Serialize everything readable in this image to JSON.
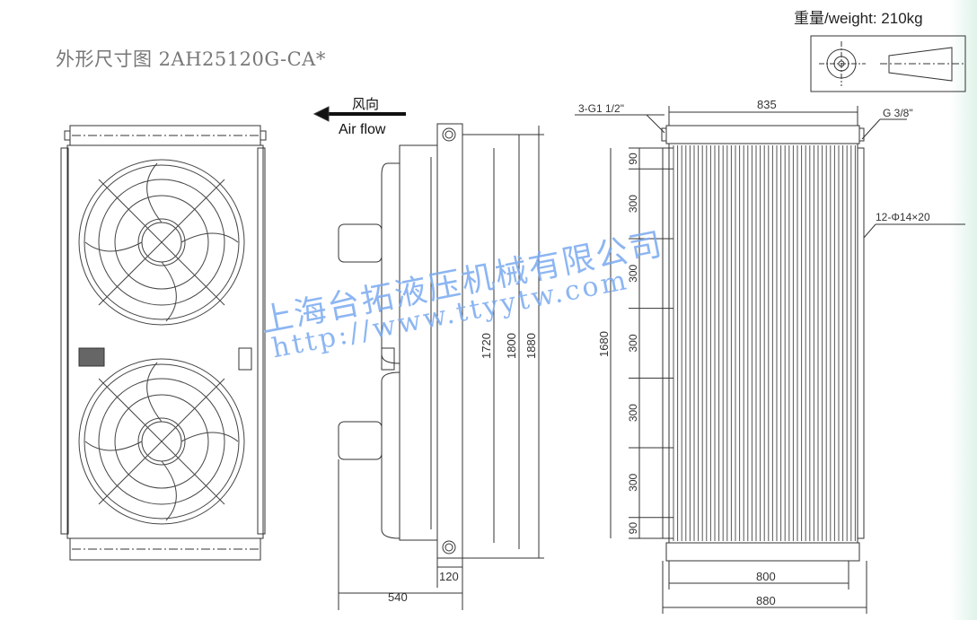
{
  "title": "外形尺寸图 2AH25120G-CA*",
  "weight": "重量/weight: 210kg",
  "airflow": {
    "label_cn": "风向",
    "label_en": "Air flow"
  },
  "side_view": {
    "dims": {
      "h1": "1720",
      "h2": "1800",
      "h3": "1880",
      "depth_coil": "120",
      "depth_total": "540"
    }
  },
  "right_view": {
    "inlet_label": "3-G1 1/2\"",
    "vent_label": "G 3/8\"",
    "holes_label": "12-Φ14×20",
    "top_width": "835",
    "inner_width": "800",
    "outer_width": "880",
    "total_height": "1680",
    "segments": [
      "90",
      "300",
      "300",
      "300",
      "300",
      "300",
      "90"
    ]
  },
  "watermark": {
    "company": "上海台拓液压机械有限公司",
    "url": "http://www.ttyytw.com"
  }
}
